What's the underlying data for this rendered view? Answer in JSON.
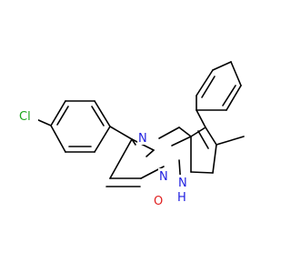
{
  "molecule": {
    "atoms": {
      "cl": {
        "text": "Cl",
        "color": "#1aa51a"
      },
      "n4": {
        "text": "N",
        "color": "#1f1fe0"
      },
      "n1": {
        "text": "N",
        "color": "#1f1fe0"
      },
      "nh": {
        "text": "N",
        "color": "#1f1fe0"
      },
      "nh_h": {
        "text": "H",
        "color": "#1f1fe0"
      },
      "o": {
        "text": "O",
        "color": "#e01f1f"
      }
    },
    "bond_color": "#000000",
    "background": "#ffffff"
  }
}
